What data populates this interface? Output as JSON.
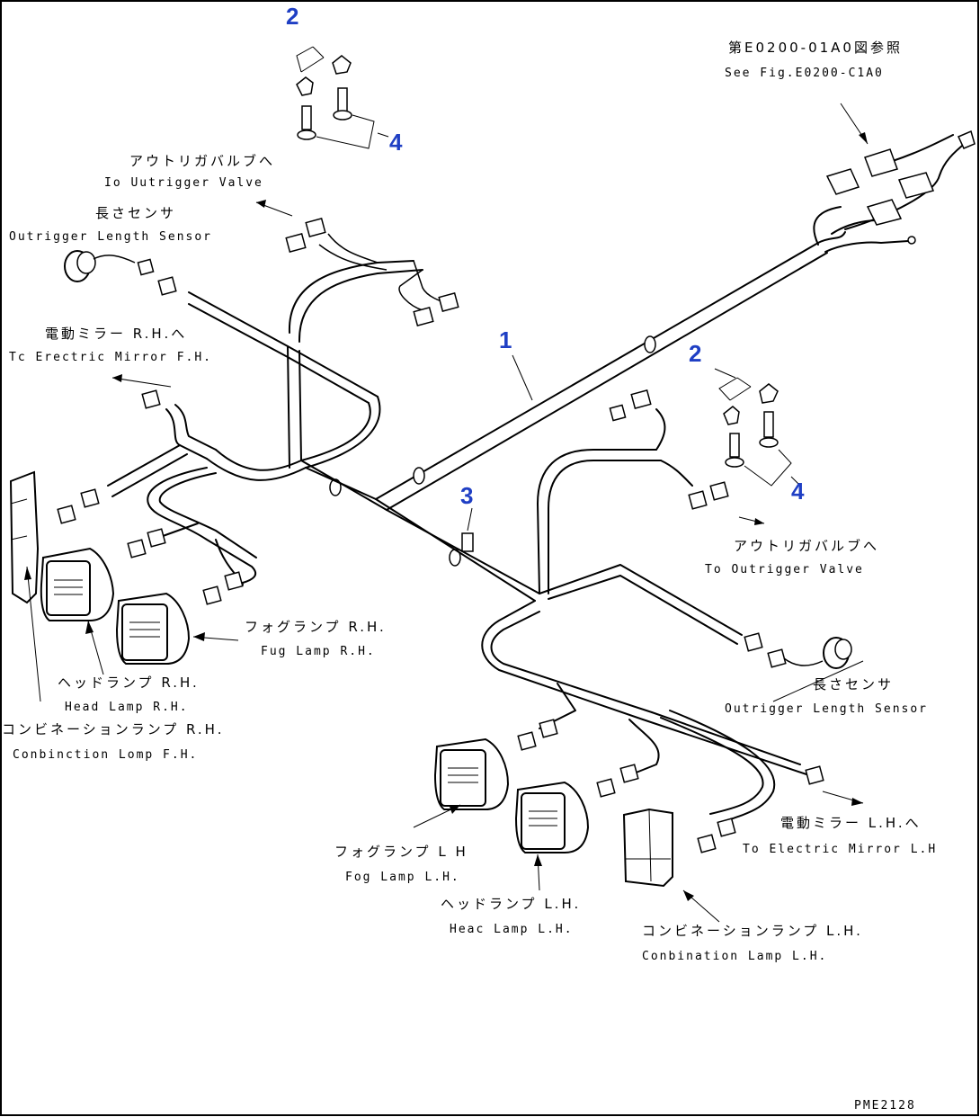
{
  "colors": {
    "callout": "#1f3fc4",
    "line": "#000000",
    "background": "#ffffff"
  },
  "callouts": [
    "1",
    "2",
    "2",
    "3",
    "4",
    "4"
  ],
  "labels": {
    "ref_jp": "第E0200-01A0図参照",
    "ref_en": "See Fig.E0200-C1A0",
    "outrigger_valve_rh_jp": "アウトリガバルブへ",
    "outrigger_valve_rh_en": "Io Uutrigger Valve",
    "length_sensor_rh_jp": "長さセンサ",
    "length_sensor_rh_en": "Outrigger Length Sensor",
    "mirror_rh_jp": "電動ミラー R.H.へ",
    "mirror_rh_en": "Tc Erectric Mirror F.H.",
    "fog_rh_jp": "フォグランプ R.H.",
    "fog_rh_en": "Fug Lamp R.H.",
    "head_rh_jp": "ヘッドランプ R.H.",
    "head_rh_en": "Head Lamp R.H.",
    "combo_rh_jp": "コンビネーションランプ R.H.",
    "combo_rh_en": "Conbinction Lomp F.H.",
    "outrigger_valve_lh_jp": "アウトリガバルブへ",
    "outrigger_valve_lh_en": "To Outrigger Valve",
    "length_sensor_lh_jp": "長さセンサ",
    "length_sensor_lh_en": "Outrigger Length Sensor",
    "mirror_lh_jp": "電動ミラー L.H.へ",
    "mirror_lh_en": "To Electric Mirror L.H",
    "fog_lh_jp": "フォグランプ L H",
    "fog_lh_en": "Fog Lamp L.H.",
    "head_lh_jp": "ヘッドランプ L.H.",
    "head_lh_en": "Heac Lamp L.H.",
    "combo_lh_jp": "コンビネーションランプ L.H.",
    "combo_lh_en": "Conbination Lamp L.H.",
    "drawing_no": "PME2128"
  }
}
